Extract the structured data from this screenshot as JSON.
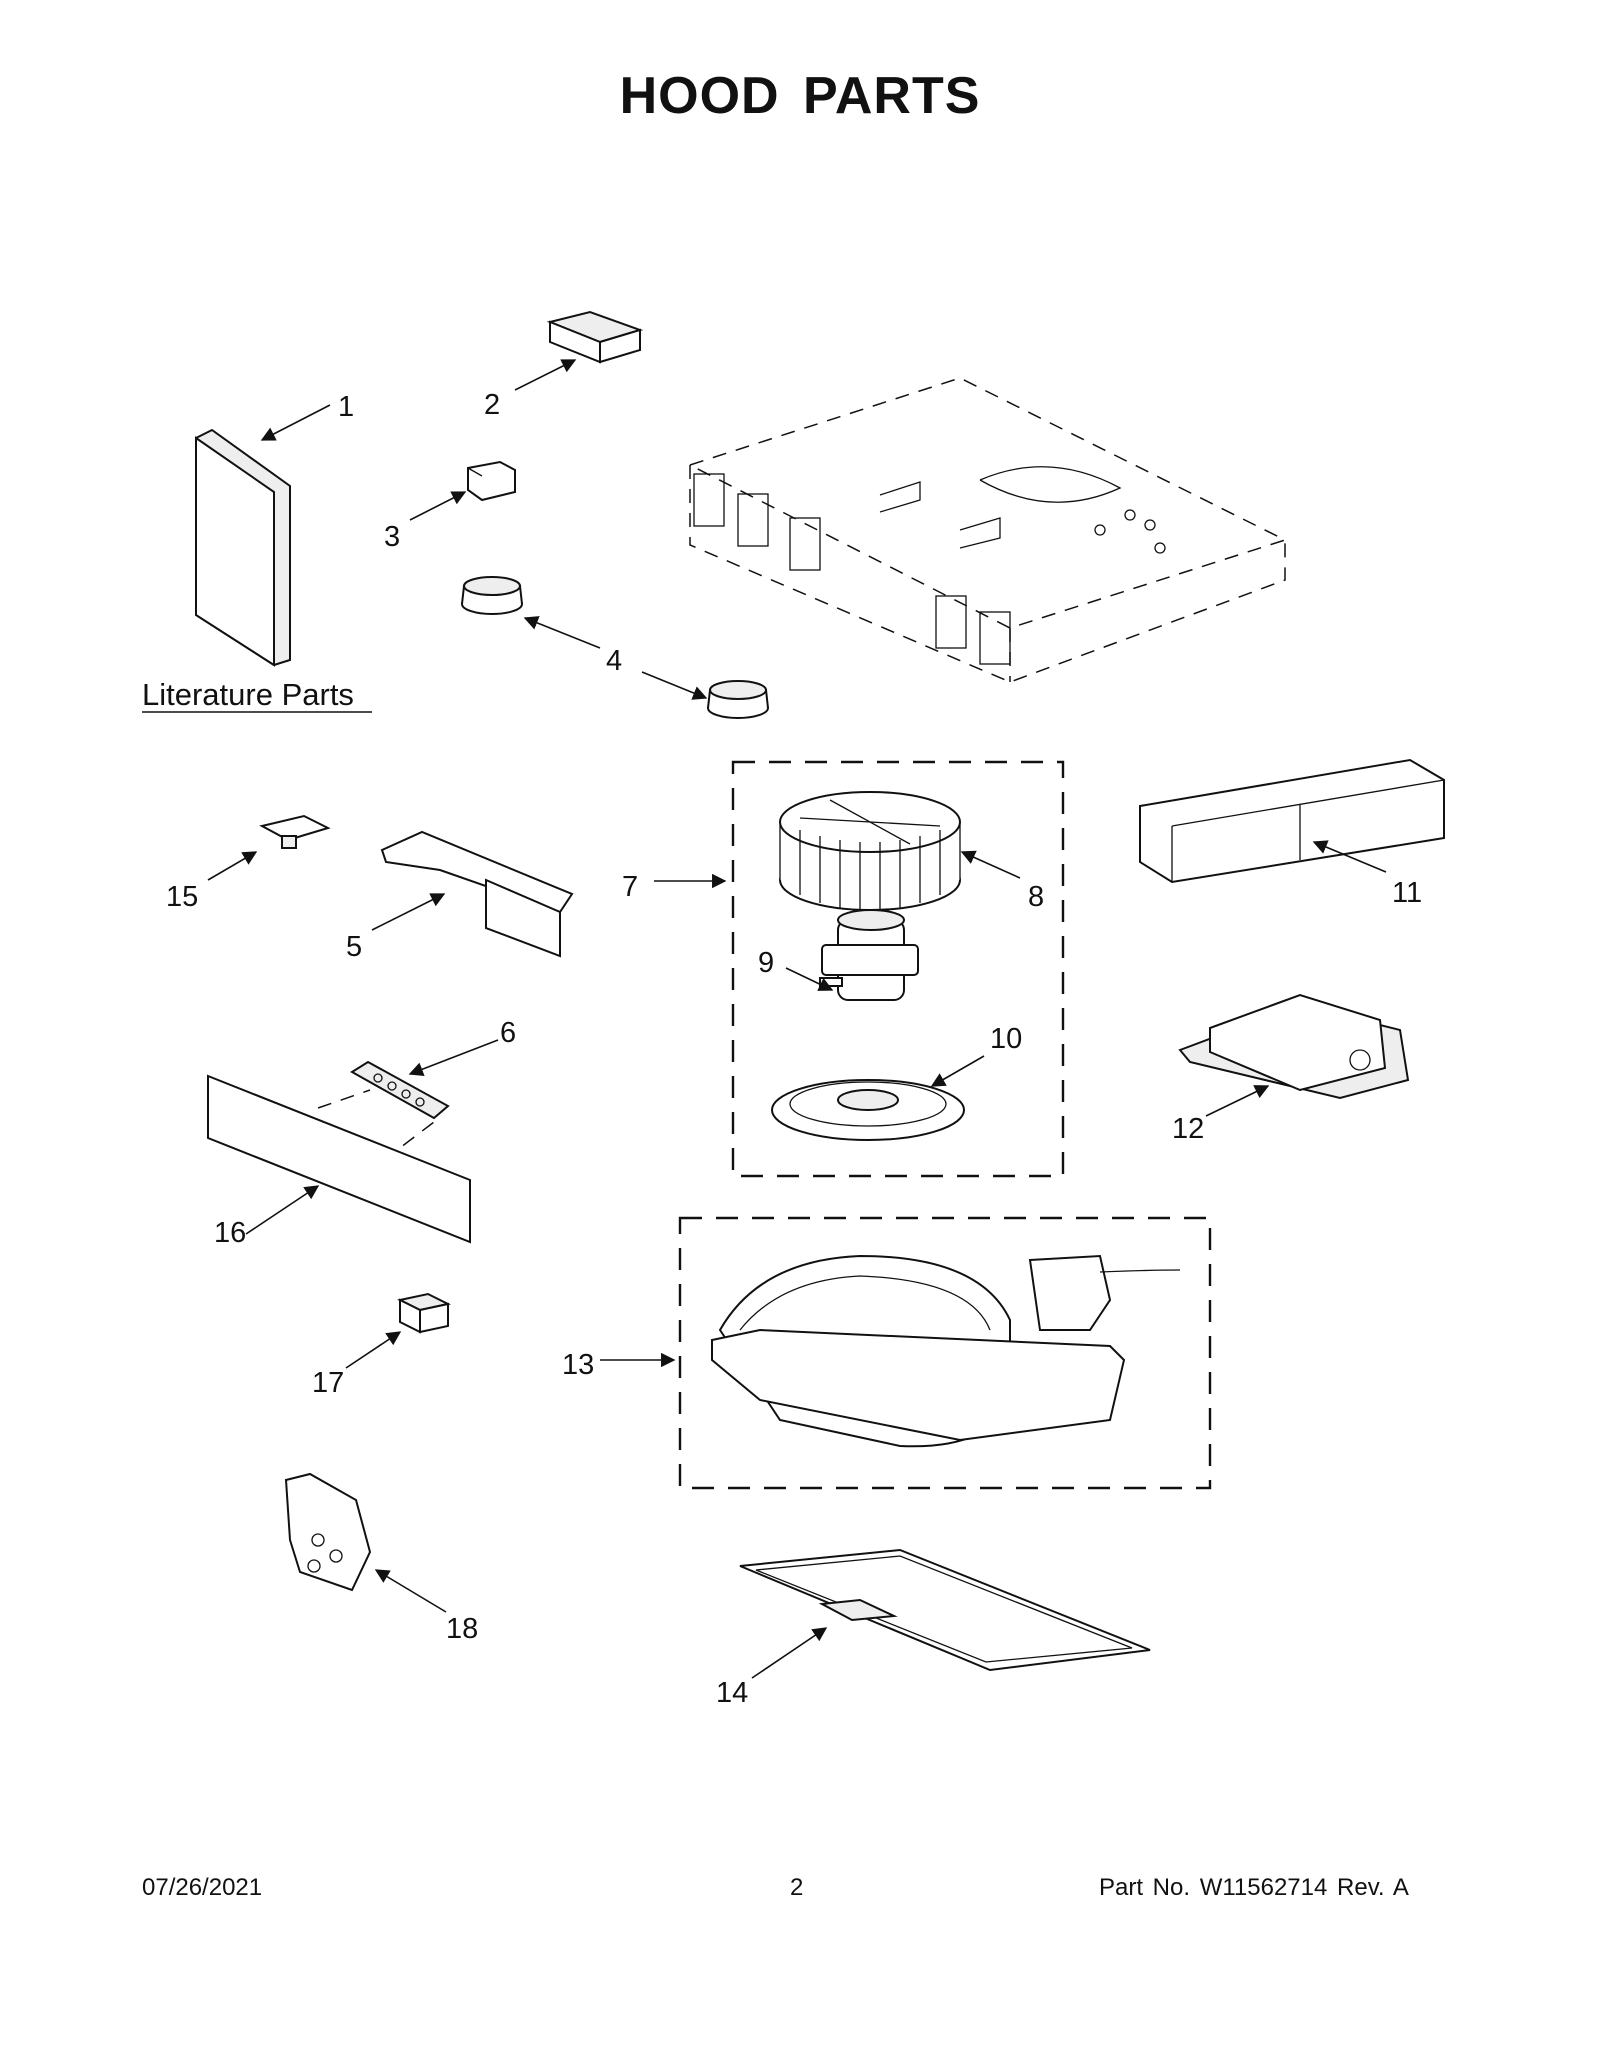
{
  "page": {
    "title": "HOOD PARTS",
    "literature_label": "Literature Parts"
  },
  "callouts": [
    "1",
    "2",
    "3",
    "4",
    "5",
    "6",
    "7",
    "8",
    "9",
    "10",
    "11",
    "12",
    "13",
    "14",
    "15",
    "16",
    "17",
    "18"
  ],
  "footer": {
    "date": "07/26/2021",
    "page_number": "2",
    "part_number": "Part No.  W11562714  Rev.  A"
  }
}
